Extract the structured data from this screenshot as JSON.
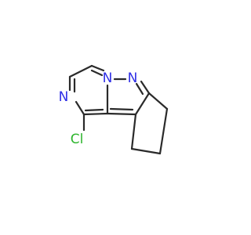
{
  "molecule": {
    "atoms": {
      "chlorine": {
        "label": "Cl",
        "color": "#2db52d"
      },
      "nitrogen_pyrazine": {
        "label": "N",
        "color": "#2f2fe6"
      },
      "nitrogen_bridge": {
        "label": "N",
        "color": "#2f2fe6"
      },
      "nitrogen_pyrazole": {
        "label": "N",
        "color": "#2f2fe6"
      }
    },
    "bond_color": "#2a2a2a",
    "background_color": "#ffffff"
  }
}
